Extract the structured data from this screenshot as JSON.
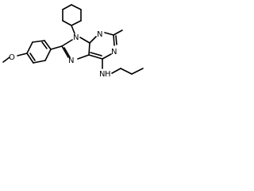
{
  "molecule": {
    "atom_labels": {
      "n9": "N",
      "n1": "N",
      "n3": "N",
      "n7": "N",
      "nh": "N",
      "nh_h": "H",
      "o": "O"
    },
    "colors": {
      "bond": "#000000",
      "label": "#000000",
      "background": "#ffffff"
    }
  }
}
